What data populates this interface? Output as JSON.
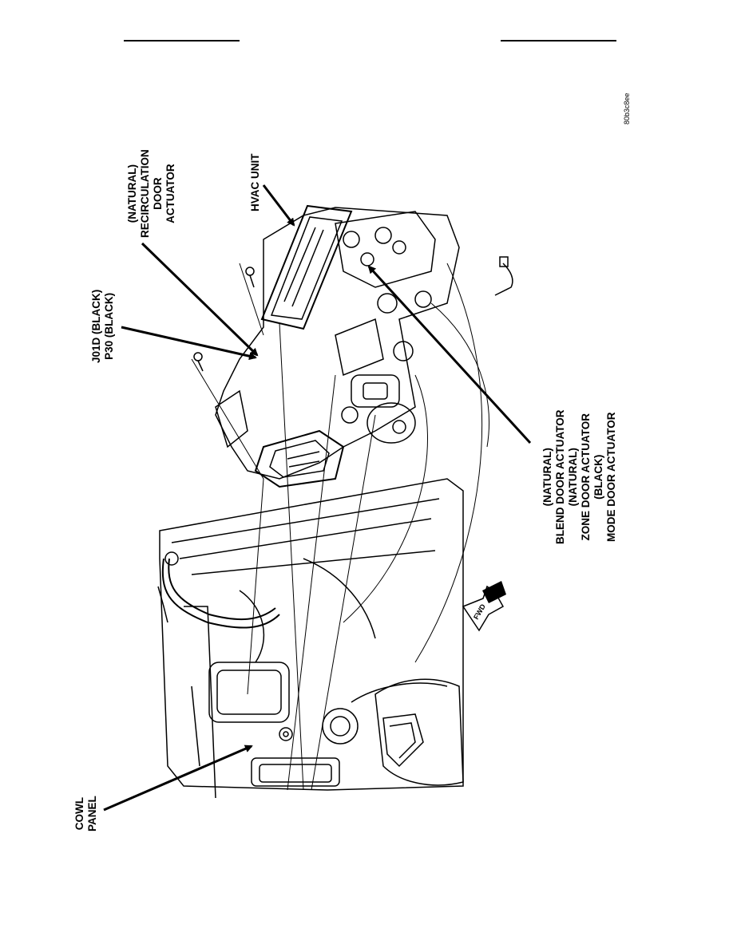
{
  "figure_code": "80b3c8ee",
  "labels": {
    "recirc": [
      "(NATURAL)",
      "RECIRCULATION",
      "DOOR",
      "ACTUATOR"
    ],
    "hvac": [
      "HVAC UNIT"
    ],
    "j01d": [
      "J01D (BLACK)",
      "P30 (BLACK)"
    ],
    "actuators": [
      "(NATURAL)",
      "BLEND DOOR ACTUATOR",
      "(NATURAL)",
      "ZONE DOOR ACTUATOR",
      "(BLACK)",
      "MODE DOOR ACTUATOR"
    ],
    "cowl": [
      "COWL",
      "PANEL"
    ],
    "fwd": "FWD"
  }
}
